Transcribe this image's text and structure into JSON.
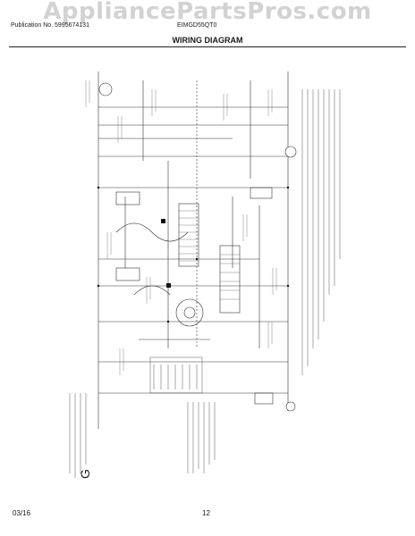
{
  "watermark": "AppliancePartsPros.com",
  "header": {
    "publication": "Publication No. 5995674131",
    "model": "EIMGD55QT0",
    "title": "WIRING DIAGRAM"
  },
  "footer": {
    "date": "03/16",
    "page": "12"
  },
  "diagram": {
    "corner_letter": "G"
  }
}
